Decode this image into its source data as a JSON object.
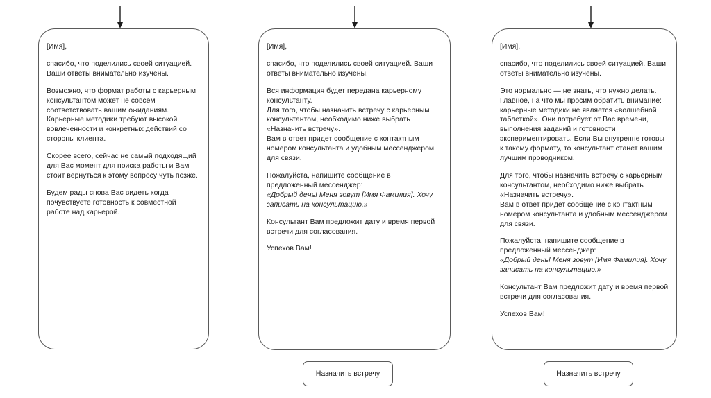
{
  "page": {
    "background": "#ffffff",
    "stroke_color": "#5a5a5a",
    "text_color": "#1c1c1c"
  },
  "arrows": [
    {
      "name": "arrow-to-card-1",
      "glyph": "down-arrow"
    },
    {
      "name": "arrow-to-card-2",
      "glyph": "down-arrow"
    },
    {
      "name": "arrow-to-card-3",
      "glyph": "down-arrow"
    }
  ],
  "cards": [
    {
      "id": "card-rejection",
      "paragraphs": [
        "[Имя],",
        "спасибо, что поделились своей ситуацией.\nВаши ответы внимательно изучены.",
        "Возможно, что формат работы с карьерным консультантом может не совсем соответствовать вашим ожиданиям. Карьерные методики требуют высокой вовлеченности и конкретных действий со стороны клиента.",
        "Скорее всего, сейчас не самый подходящий для Вас момент для поиска работы и Вам стоит вернуться к этому вопросу чуть позже.",
        "Будем рады снова Вас видеть когда почувствуете готовность к совместной работе над карьерой."
      ],
      "button": null
    },
    {
      "id": "card-handoff",
      "paragraphs": [
        "[Имя],",
        "спасибо, что поделились своей ситуацией. Ваши ответы внимательно изучены.",
        "Вся информация будет передана карьерному консультанту.\nДля того, чтобы назначить встречу с карьерным консультантом, необходимо ниже выбрать «Назначить встречу».\nВам в ответ придет сообщение с контактным номером консультанта и удобным мессенджером для связи.",
        "Пожалуйста, напишите сообщение в предложенный мессенджер:",
        "«Добрый день! Меня зовут [Имя Фамилия]. Хочу записать на консультацию.»",
        "Консультант Вам предложит дату и время первой встречи для согласования.",
        "Успехов Вам!"
      ],
      "button": {
        "label": "Назначить встречу",
        "name": "schedule-meeting-button-2"
      }
    },
    {
      "id": "card-expectations",
      "paragraphs": [
        "[Имя],",
        "спасибо, что поделились своей ситуацией. Ваши ответы внимательно изучены.",
        "Это нормально — не знать, что нужно делать. Главное, на что мы просим обратить внимание: карьерные методики не является «волшебной таблеткой». Они потребует от Вас времени, выполнения заданий и готовности экспериментировать. Если Вы внутренне готовы к такому формату, то консультант станет вашим лучшим проводником.",
        "Для того, чтобы назначить встречу с карьерным консультантом, необходимо ниже выбрать «Назначить встречу».\nВам в ответ придет сообщение с контактным номером консультанта и удобным мессенджером для связи.",
        "Пожалуйста, напишите сообщение в предложенный мессенджер:",
        "«Добрый день! Меня зовут [Имя Фамилия]. Хочу записать на консультацию.»",
        "Консультант Вам предложит дату и время первой встречи для согласования.",
        "Успехов Вам!"
      ],
      "button": {
        "label": "Назначить встречу",
        "name": "schedule-meeting-button-3"
      }
    }
  ]
}
